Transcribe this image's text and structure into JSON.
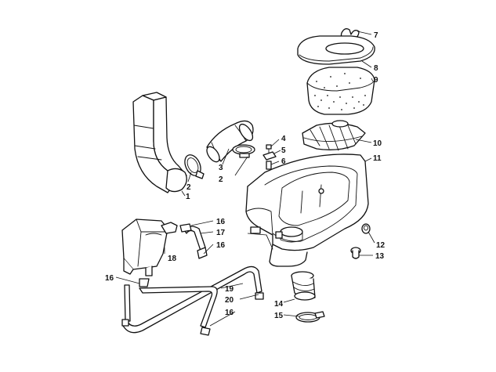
{
  "diagram": {
    "callouts": [
      "1",
      "2",
      "2",
      "3",
      "4",
      "5",
      "6",
      "7",
      "8",
      "9",
      "10",
      "11",
      "12",
      "13",
      "14",
      "15",
      "16",
      "16",
      "16",
      "16",
      "17",
      "18",
      "19",
      "20"
    ]
  }
}
